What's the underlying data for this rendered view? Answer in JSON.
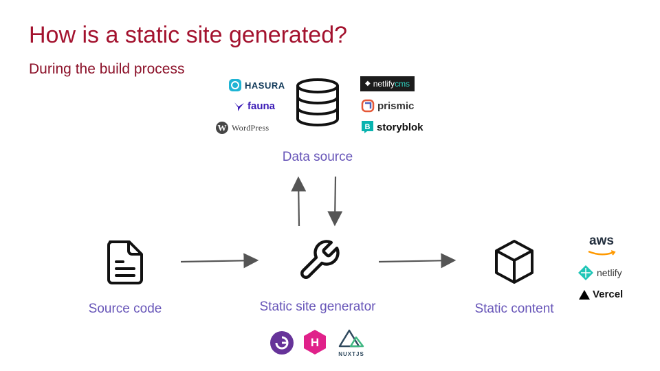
{
  "slide": {
    "title": "How is a static site generated?",
    "subtitle": "During the build process"
  },
  "nodes": {
    "data_source": "Data source",
    "source_code": "Source code",
    "generator": "Static site generator",
    "static_content": "Static content"
  },
  "data_source_logos": {
    "hasura": "HASURA",
    "fauna": "fauna",
    "wordpress": "WordPress",
    "netlifycms_prefix": "netlify",
    "netlifycms_suffix": "cms",
    "prismic": "prismic",
    "storyblok": "storyblok"
  },
  "generator_logos": {
    "nuxt": "NUXTJS"
  },
  "hosting_logos": {
    "aws": "aws",
    "netlify": "netlify",
    "vercel": "Vercel"
  },
  "colors": {
    "title": "#a3122e",
    "label": "#6755b8",
    "arrow": "#555555"
  }
}
